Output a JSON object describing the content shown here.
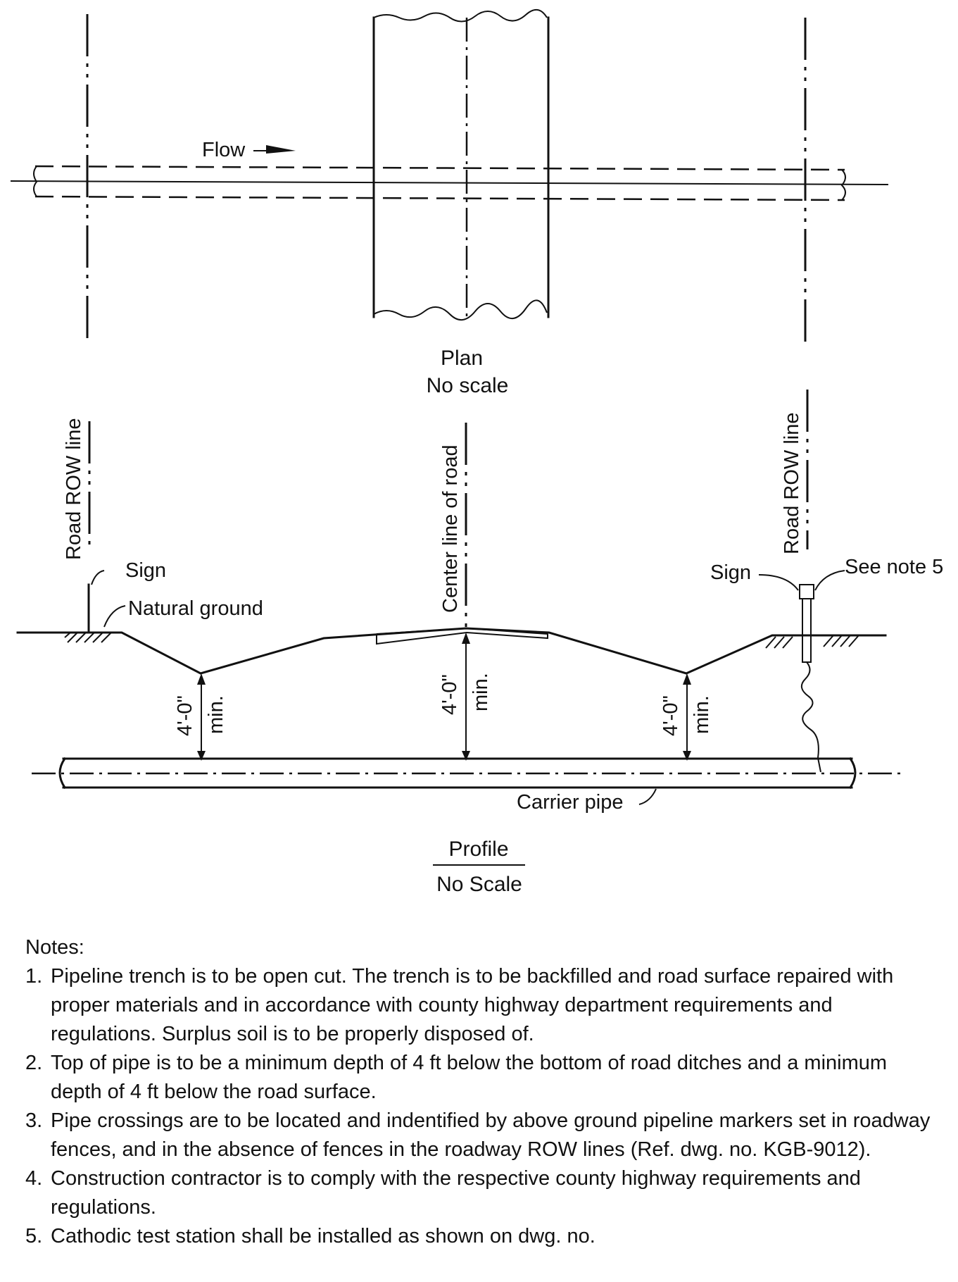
{
  "plan": {
    "flow_label": "Flow",
    "title": "Plan",
    "scale": "No scale"
  },
  "profile": {
    "row_line_label_left": "Road ROW line",
    "row_line_label_right": "Road ROW line",
    "center_line_label": "Center line of road",
    "sign_label_left": "Sign",
    "sign_label_right": "Sign",
    "natural_ground_label": "Natural ground",
    "see_note_label": "See note 5",
    "depth_left": "4'-0\"",
    "depth_center": "4'-0\"",
    "depth_right": "4'-0\"",
    "min_label": "min.",
    "carrier_pipe_label": "Carrier pipe",
    "title": "Profile",
    "scale": "No Scale"
  },
  "notes": {
    "heading": "Notes:",
    "items": [
      {
        "num": "1.",
        "text": "Pipeline trench is to be open cut. The trench is to be backfilled and road surface repaired with proper materials and in accordance with county highway department requirements and regulations. Surplus soil is to be properly disposed of."
      },
      {
        "num": "2.",
        "text": "Top of pipe is to be a minimum depth of 4 ft below the bottom of road ditches and a minimum depth of 4 ft below the road surface."
      },
      {
        "num": "3.",
        "text": "Pipe crossings are to be located and indentified by above ground pipeline markers set in roadway fences, and in the absence of fences in the roadway ROW lines (Ref. dwg. no. KGB-9012)."
      },
      {
        "num": "4.",
        "text": "Construction contractor is to comply with the respective county highway requirements and regulations."
      },
      {
        "num": "5.",
        "text": "Cathodic test station shall be installed as shown on dwg. no."
      }
    ]
  }
}
